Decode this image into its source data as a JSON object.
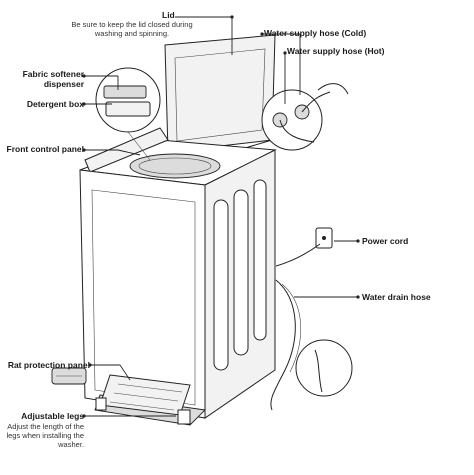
{
  "labels": {
    "lid": {
      "title": "Lid",
      "note": "Be sure to keep the lid closed during washing and spinning."
    },
    "fabric_softener": {
      "title": "Fabric softener dispenser"
    },
    "detergent_box": {
      "title": "Detergent box"
    },
    "front_control_panel": {
      "title": "Front control panel"
    },
    "hose_cold": {
      "title": "Water supply hose (Cold)"
    },
    "hose_hot": {
      "title": "Water supply hose (Hot)"
    },
    "power_cord": {
      "title": "Power cord"
    },
    "drain_hose": {
      "title": "Water drain hose"
    },
    "rat_panel": {
      "title": "Rat protection panel"
    },
    "adjustable_legs": {
      "title": "Adjustable legs",
      "note": "Adjust the length of the legs when installing the washer."
    }
  }
}
